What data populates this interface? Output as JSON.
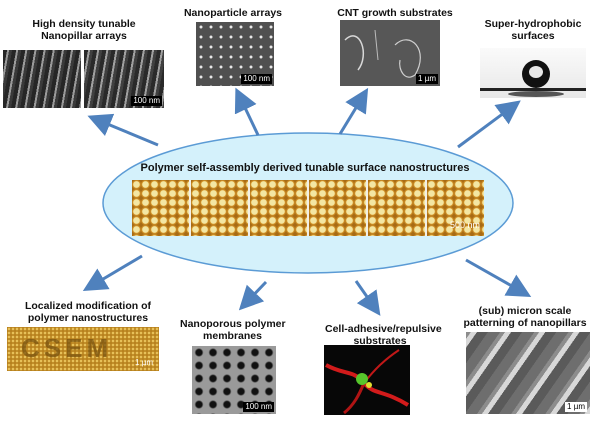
{
  "center": {
    "title": "Polymer self-assembly derived tunable surface nanostructures",
    "scale": "500 nm"
  },
  "panels": {
    "nanopillar": {
      "title_line1": "High density tunable",
      "title_line2": "Nanopillar arrays",
      "scale": "100 nm"
    },
    "nanoparticle": {
      "title": "Nanoparticle arrays",
      "scale": "100 nm"
    },
    "cnt": {
      "title": "CNT growth substrates",
      "scale": "1 µm"
    },
    "hydrophobic": {
      "title_line1": "Super-hydrophobic",
      "title_line2": "surfaces"
    },
    "localized": {
      "title_line1": "Localized modification  of",
      "title_line2": "polymer nanostructures",
      "scale": "1 µm"
    },
    "nanoporous": {
      "title_line1": "Nanoporous polymer",
      "title_line2": "membranes",
      "scale": "100 nm"
    },
    "cell": {
      "title_line1": "Cell-adhesive/repulsive",
      "title_line2": "substrates"
    },
    "micron": {
      "title_line1": "(sub) micron scale",
      "title_line2": "patterning of nanopillars",
      "scale": "1 µm"
    }
  },
  "colors": {
    "ellipse_fill": "#d4f1fb",
    "ellipse_stroke": "#5b9bd5",
    "arrow": "#4f81bd",
    "afm_background": "#a86b14",
    "afm_dots": "#f3e6a3"
  }
}
